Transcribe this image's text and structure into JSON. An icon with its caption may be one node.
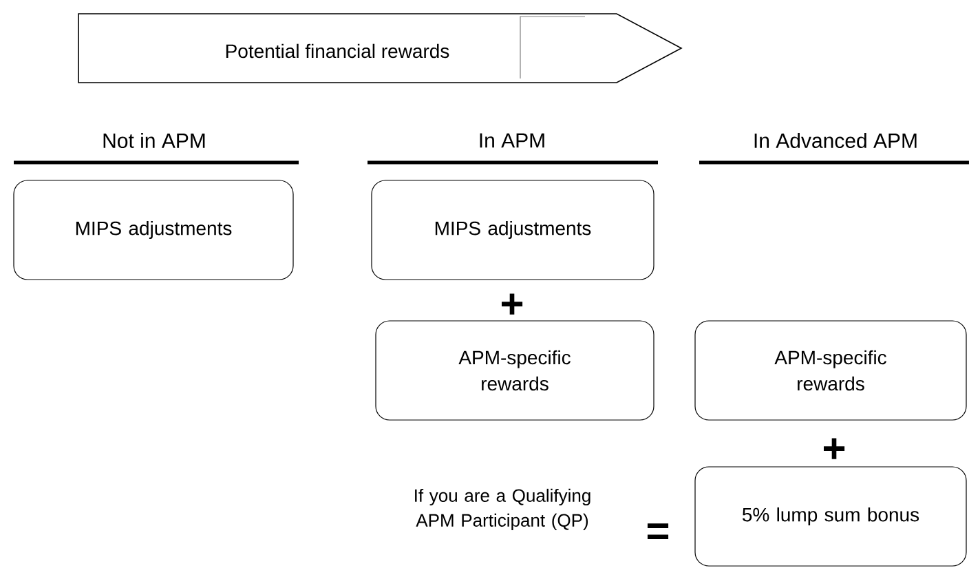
{
  "diagram": {
    "nodes": [
      {
        "text": [
          "Potential financial rewards"
        ]
      },
      {
        "text": [
          "MIPS adjustments"
        ]
      },
      {
        "text": [
          "MIPS adjustments"
        ]
      },
      {
        "text": [
          "APM-specific rewards"
        ]
      },
      {
        "text": [
          "APM-specific rewards"
        ]
      },
      {
        "text": [
          "5% lump sum bonus"
        ]
      }
    ],
    "labels": [
      "Not in APM",
      "In APM",
      "In Advanced APM",
      "+",
      "+",
      "If you are a Qualifying APM Participant (QP)",
      "="
    ]
  }
}
